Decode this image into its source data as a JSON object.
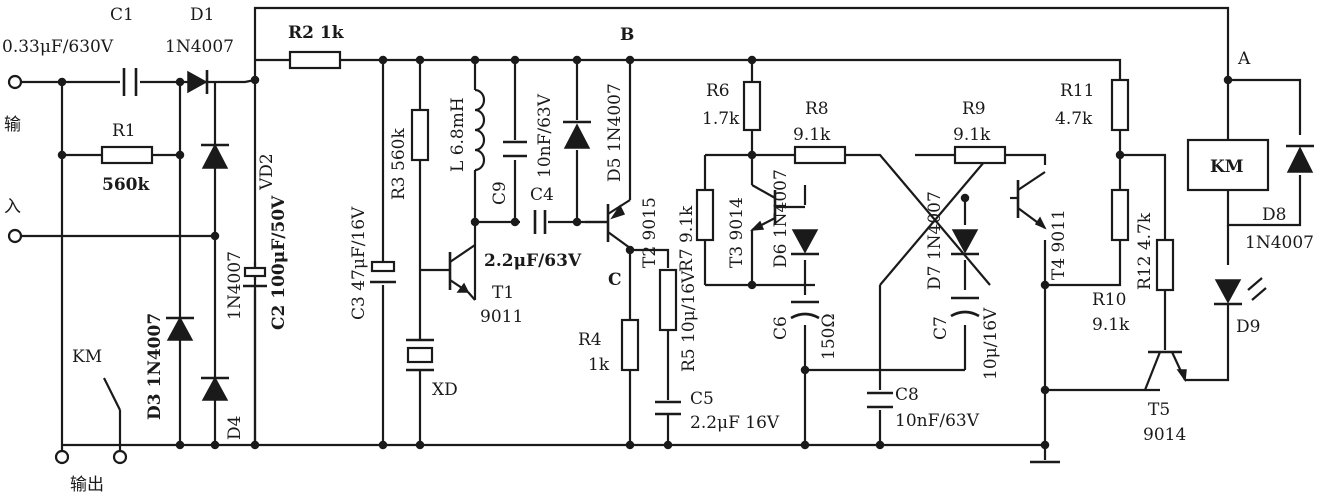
{
  "labels": {
    "c1_name": "C1",
    "c1_value": "0.33μF/630V",
    "d1_name": "D1",
    "d1_part": "1N4007",
    "r2": "R2 1k",
    "node_b": "B",
    "node_a": "A",
    "node_c": "C",
    "input_char1": "输",
    "input_char2": "入",
    "r1_top_name": "R1",
    "r1_top_value": "560k",
    "vd2": "VD2",
    "c2": "C2 100μF/50V",
    "c3": "C3 47μF/16V",
    "r3": "R3 560k",
    "l": "L 6.8mH",
    "c9": "C9",
    "c9_value": "10nF/63V",
    "d5": "D5 1N4007",
    "t2": "T2 9015",
    "c4": "C4",
    "c4_value": "2.2μF/63V",
    "t1_name": "T1",
    "t1_part": "9011",
    "xd": "XD",
    "r6_name": "R6",
    "r6_value": "1.7k",
    "r8_name": "R8",
    "r8_value": "9.1k",
    "r9_name": "R9",
    "r9_value": "9.1k",
    "r11_name": "R11",
    "r11_value": "4.7k",
    "r7": "R7 9.1k",
    "t3": "T3 9014",
    "d6": "D6 1N4007",
    "d7": "D7 1N4007",
    "t4": "T4 9011",
    "r12": "R12 4.7k",
    "r10_name": "R10",
    "r10_value": "9.1k",
    "c6": "C6",
    "c6_value": "150Ω",
    "c7": "C7",
    "c7_value": "10μ/16V",
    "r5": "R5 10μ/16V",
    "r4_name": "R4",
    "r4_value": "1k",
    "c5": "C5",
    "c5_value": "2.2μF 16V",
    "c8": "C8",
    "c8_value": "10nF/63V",
    "km_relay": "KM",
    "km_switch": "KM",
    "d3": "D3 1N4007",
    "d4_name": "D4",
    "d4_part": "1N4007",
    "d8_name": "D8",
    "d8_part": "1N4007",
    "d9": "D9",
    "t5_name": "T5",
    "t5_part": "9014",
    "output": "输出"
  }
}
